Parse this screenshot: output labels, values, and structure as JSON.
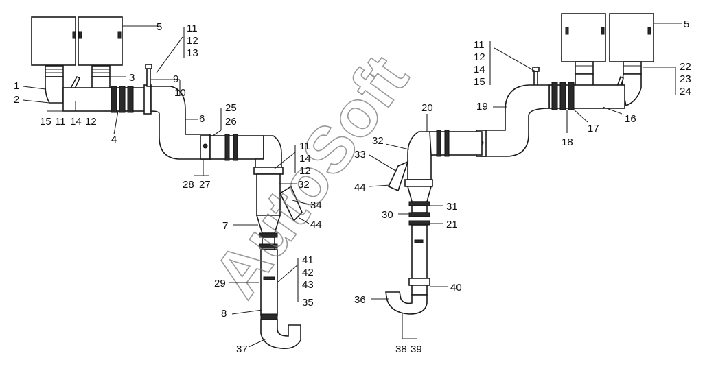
{
  "watermark": "AutoSoft",
  "callouts": {
    "c1": "1",
    "c2": "2",
    "c3": "3",
    "c4": "4",
    "c5a": "5",
    "c6": "6",
    "c7": "7",
    "c8": "8",
    "c9": "9",
    "c10": "10",
    "c11a": "11",
    "c12a": "12",
    "c13a": "13",
    "c15a": "15",
    "c11b": "11",
    "c14a": "14",
    "c12b": "12",
    "c25": "25",
    "c26": "26",
    "c28": "28",
    "c27": "27",
    "c11c": "11",
    "c14b": "14",
    "c12c": "12",
    "c32a": "32",
    "c34": "34",
    "c44a": "44",
    "c29": "29",
    "c41": "41",
    "c42": "42",
    "c43": "43",
    "c35": "35",
    "c37": "37",
    "c5b": "5",
    "c11d": "11",
    "c12d": "12",
    "c14c": "14",
    "c15b": "15",
    "c22": "22",
    "c23": "23",
    "c24": "24",
    "c16": "16",
    "c17": "17",
    "c18": "18",
    "c19": "19",
    "c20": "20",
    "c32b": "32",
    "c33": "33",
    "c44b": "44",
    "c31": "31",
    "c30": "30",
    "c21": "21",
    "c40": "40",
    "c36": "36",
    "c38": "38",
    "c39": "39"
  }
}
